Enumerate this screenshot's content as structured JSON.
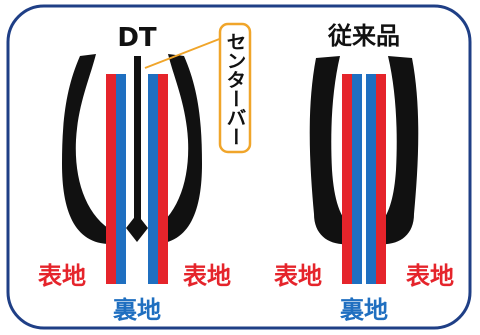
{
  "left": {
    "title": "DT",
    "callout": "センターバー",
    "outer_left_label": "表地",
    "outer_right_label": "表地",
    "inner_label": "裏地"
  },
  "right": {
    "title": "従来品",
    "outer_left_label": "表地",
    "outer_right_label": "表地",
    "inner_label": "裏地"
  },
  "colors": {
    "frame": "#1f3f86",
    "outer_fabric": "#e5242b",
    "inner_fabric": "#1f6fc0",
    "black": "#111111",
    "callout": "#f0a52a",
    "inner_label": "#1f6fc0"
  }
}
